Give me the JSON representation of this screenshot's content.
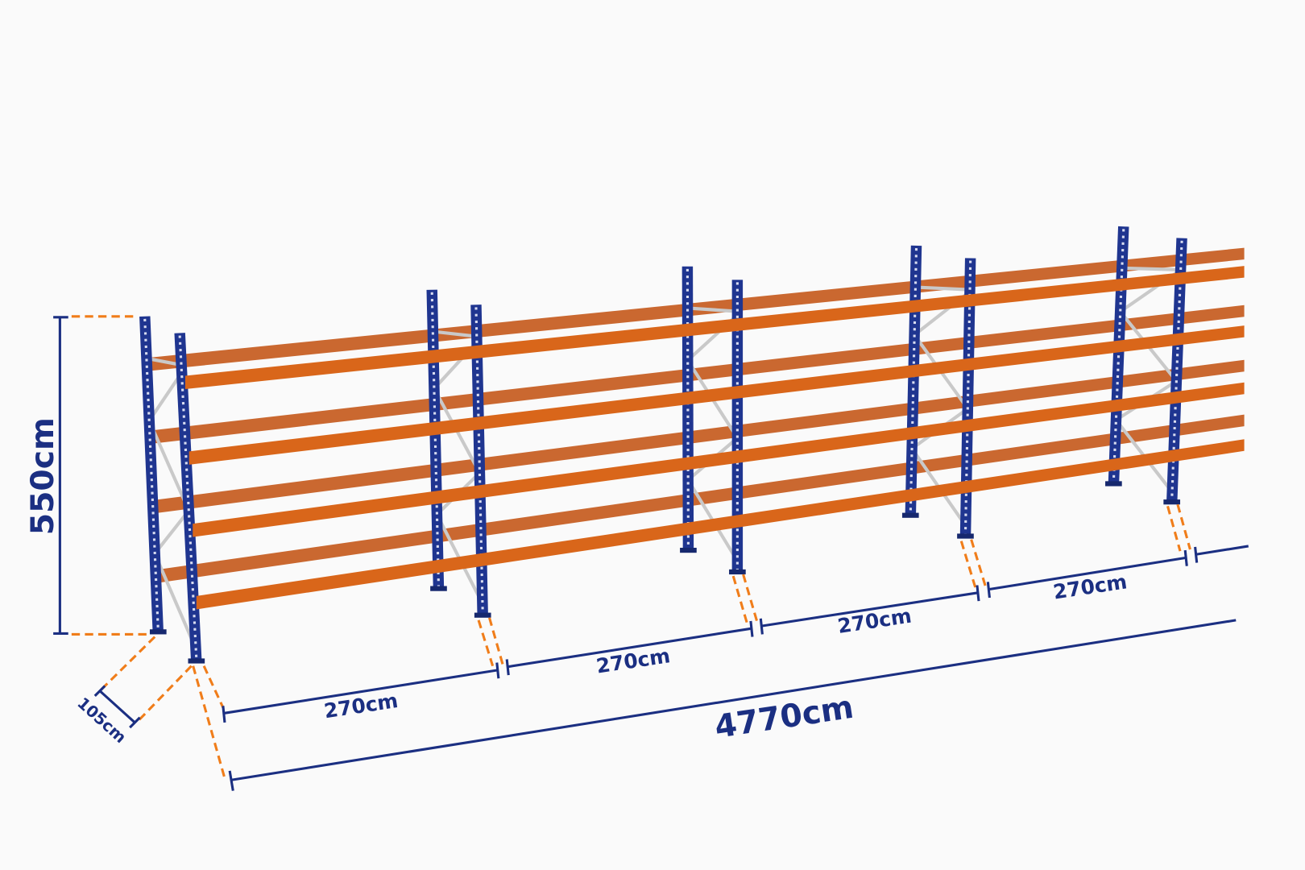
{
  "diagram": {
    "colors": {
      "upright": "#1f3590",
      "beam": "#d9661a",
      "brace": "#c9c9c9",
      "dimension_line": "#1b2f82",
      "extension_dash": "#f07d1a",
      "background": "#fafafa"
    },
    "height_label": "550cm",
    "depth_label": "105cm",
    "bay_labels": [
      "270cm",
      "270cm",
      "270cm",
      "270cm"
    ],
    "total_length_label": "4770cm",
    "beam_levels": 4,
    "visible_frames": 5
  }
}
